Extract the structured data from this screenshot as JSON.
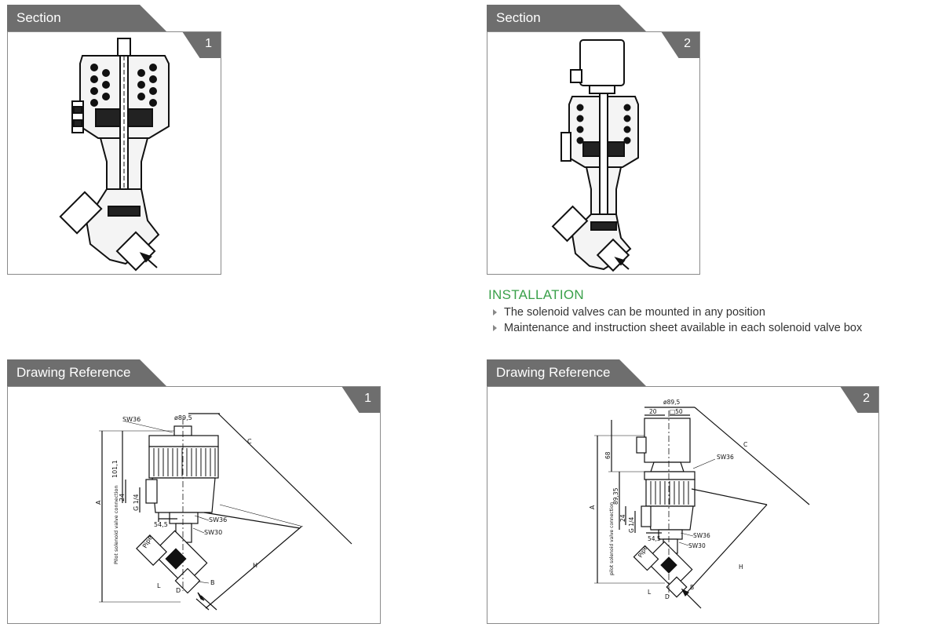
{
  "panels": {
    "section1": {
      "tab": "Section",
      "number": "1"
    },
    "section2": {
      "tab": "Section",
      "number": "2"
    },
    "drawing1": {
      "tab": "Drawing Reference",
      "number": "1"
    },
    "drawing2": {
      "tab": "Drawing Reference",
      "number": "2"
    }
  },
  "installation": {
    "title": "INSTALLATION",
    "items": [
      "The solenoid valves can be mounted in any position",
      "Maintenance and instruction sheet available in each solenoid valve box"
    ]
  },
  "drawing1_labels": {
    "sw36_top": "SW36",
    "dia": "ø89,5",
    "c": "C",
    "a": "A",
    "h": "H",
    "d101": "101,1",
    "d24": "24",
    "g14": "G 1/4",
    "d545": "54,5",
    "sw36_bot": "SW36",
    "sw30": "SW30",
    "pipe": "Pipe",
    "pilot": "Pilot solenoid valve connection",
    "b": "B",
    "l": "L",
    "d": "D"
  },
  "drawing2_labels": {
    "dia": "ø89,5",
    "d20": "20",
    "d50": "□50",
    "c": "C",
    "d68": "68",
    "sw36_top": "SW36",
    "a": "A",
    "d8935": "89,35",
    "d24": "24",
    "g14": "G 1/4",
    "d545": "54,5",
    "sw36_bot": "SW36",
    "sw30": "SW30",
    "pipe": "Pipe",
    "pilot": "pilot solenoid valve connection",
    "h": "H",
    "b": "B",
    "l": "L",
    "d": "D"
  }
}
